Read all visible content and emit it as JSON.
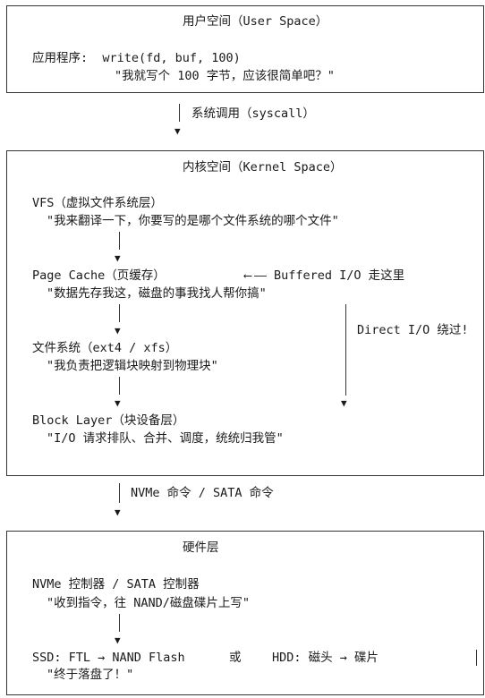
{
  "user_space": {
    "title": "用户空间（User Space）",
    "call": "应用程序:  write(fd, buf, 100)",
    "quote": "\"我就写个 100 字节，应该很简单吧？\""
  },
  "syscall_link": {
    "label": "系统调用（syscall）"
  },
  "kernel_space": {
    "title": "内核空间（Kernel Space）",
    "vfs": {
      "name": "VFS（虚拟文件系统层）",
      "quote": "\"我来翻译一下，你要写的是哪个文件系统的哪个文件\""
    },
    "page_cache": {
      "name": "Page Cache（页缓存）",
      "quote": "\"数据先存我这，磁盘的事我找人帮你搞\""
    },
    "buffered_io": {
      "label": "Buffered I/O 走这里"
    },
    "direct_io": {
      "label": "Direct I/O 绕过!"
    },
    "filesystem": {
      "name": "文件系统（ext4 / xfs）",
      "quote": "\"我负责把逻辑块映射到物理块\""
    },
    "block_layer": {
      "name": "Block Layer（块设备层）",
      "quote": "\"I/O 请求排队、合并、调度，统统归我管\""
    }
  },
  "command_link": {
    "label": "NVMe 命令 / SATA 命令"
  },
  "hardware": {
    "title": "硬件层",
    "controller": {
      "name": "NVMe 控制器 / SATA 控制器",
      "quote": "\"收到指令，往 NAND/磁盘碟片上写\""
    },
    "ssd": "SSD: FTL → NAND Flash",
    "or": "或",
    "hdd": "HDD: 磁头 → 碟片",
    "quote": "\"终于落盘了！\""
  }
}
